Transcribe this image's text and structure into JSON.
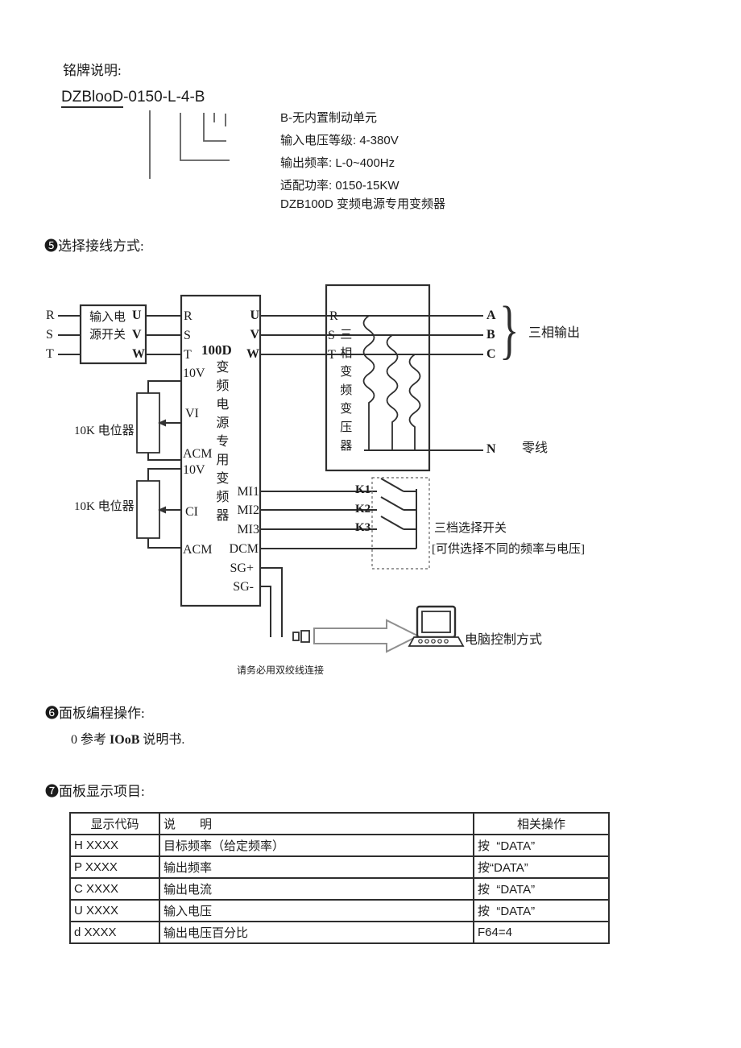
{
  "nameplate": {
    "heading": "铭牌说明:",
    "model_underlined": "DZBlooD",
    "model_rest": "-0150-L-4-B",
    "notes": [
      "B-无内置制动单元",
      "输入电压等级: 4-380V",
      "输出频率: L-0~400Hz",
      "适配功率: 0150-15KW",
      "DZB100D 变频电源专用变频器"
    ]
  },
  "wiring": {
    "heading": "❺选择接线方式:",
    "input_terminals": [
      "R",
      "S",
      "T"
    ],
    "power_switch_box": {
      "label_line1": "输入电",
      "label_line2": "源开关",
      "terminals": [
        "U",
        "V",
        "W"
      ]
    },
    "inverter": {
      "model": "100D",
      "name_vertical": "变频电源专用变频器",
      "left_terminals": [
        "R",
        "S",
        "T",
        "10V",
        "VI",
        "ACM",
        "10V",
        "CI",
        "ACM"
      ],
      "output_terminals": [
        "U",
        "V",
        "W"
      ],
      "control_terminals": [
        "MI1",
        "MI2",
        "MI3",
        "DCM"
      ],
      "comm_terminals": [
        "SG+",
        "SG-"
      ]
    },
    "pot1_label": "10K 电位器",
    "pot2_label": "10K 电位器",
    "transformer": {
      "input_terminals": [
        "R",
        "S",
        "T"
      ],
      "name_vertical": "三相变频变压器",
      "outputs": [
        "A",
        "B",
        "C"
      ],
      "brace": "}",
      "output_label": "三相输出",
      "neutral_terminal": "N",
      "neutral_label": "零线"
    },
    "selector": {
      "switches": [
        "K1",
        "K2",
        "K3"
      ],
      "title": "三档选择开关",
      "subtitle": "[可供选择不同的频率与电压]"
    },
    "pc_label": "电脑控制方式",
    "note": "请务必用双绞线连接"
  },
  "programming": {
    "heading": "❻面板编程操作:",
    "body_prefix": "0 参考 ",
    "body_bold": "IOoB",
    "body_suffix": " 说明书."
  },
  "display_items": {
    "heading": "❼面板显示项目:",
    "table": {
      "headers": [
        "显示代码",
        "说        明",
        "相关操作"
      ],
      "rows": [
        {
          "code": "H XXXX",
          "desc": "目标频率（给定频率）",
          "op": "按  “DATA”"
        },
        {
          "code": "P XXXX",
          "desc": "输出频率",
          "op": "按“DATA”"
        },
        {
          "code": "C XXXX",
          "desc": "输出电流",
          "op": "按  “DATA”"
        },
        {
          "code": "U XXXX",
          "desc": "输入电压",
          "op": "按  “DATA”"
        },
        {
          "code": "d XXXX",
          "desc": "输出电压百分比",
          "op": "F64=4"
        }
      ]
    }
  }
}
